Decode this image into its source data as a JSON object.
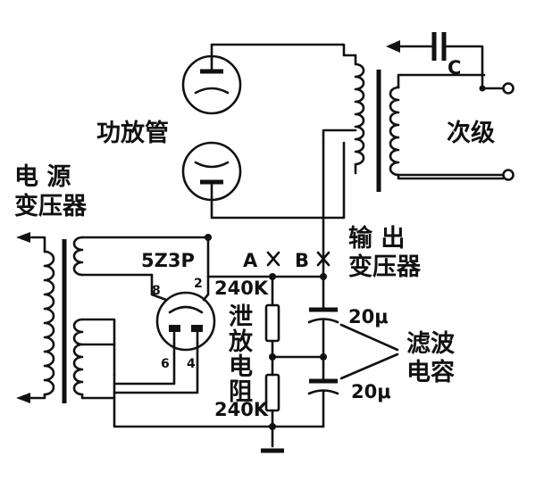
{
  "labels": {
    "power_tubes": "功放管",
    "secondary": "次级",
    "capacitor_c": "C",
    "power_transformer_line1": "电 源",
    "power_transformer_line2": "变压器",
    "rectifier_tube": "5Z3P",
    "point_a": "A",
    "point_b": "B",
    "output_transformer_line1": "输 出",
    "output_transformer_line2": "变压器",
    "pin_8": "8",
    "pin_2": "2",
    "pin_6": "6",
    "pin_4": "4",
    "resistor_value_top": "240K",
    "resistor_value_bottom": "240K",
    "bleeder_resistor_vertical": [
      "泄",
      "放",
      "电",
      "阻"
    ],
    "cap_value_top": "20μ",
    "cap_value_bottom": "20μ",
    "filter_capacitor_line1": "滤波",
    "filter_capacitor_line2": "电容"
  },
  "colors": {
    "ink": "#111111",
    "paper": "#ffffff"
  }
}
